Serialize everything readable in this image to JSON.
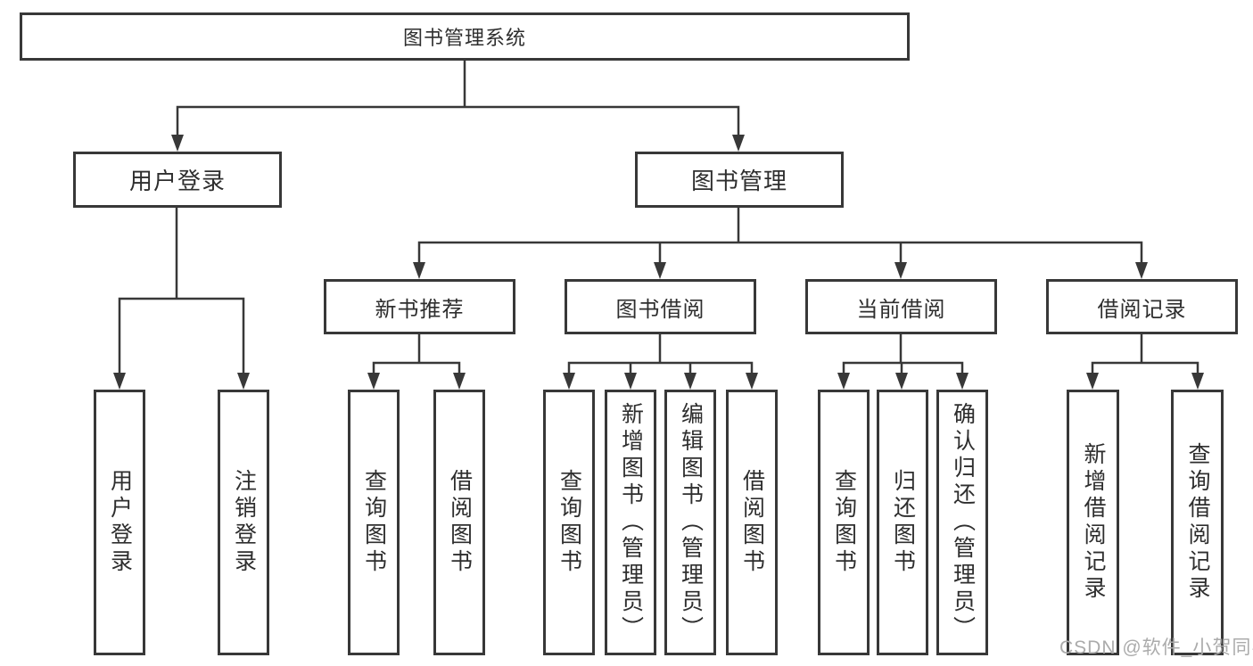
{
  "root": {
    "label": "图书管理系统"
  },
  "level2": [
    {
      "label": "用户登录"
    },
    {
      "label": "图书管理"
    }
  ],
  "level3": [
    {
      "label": "新书推荐"
    },
    {
      "label": "图书借阅"
    },
    {
      "label": "当前借阅"
    },
    {
      "label": "借阅记录"
    }
  ],
  "leaves": [
    {
      "label": "用户登录"
    },
    {
      "label": "注销登录"
    },
    {
      "label": "查询图书"
    },
    {
      "label": "借阅图书"
    },
    {
      "label": "查询图书"
    },
    {
      "label": "新增图书（管理员）"
    },
    {
      "label": "编辑图书（管理员）"
    },
    {
      "label": "借阅图书"
    },
    {
      "label": "查询图书"
    },
    {
      "label": "归还图书"
    },
    {
      "label": "确认归还（管理员）"
    },
    {
      "label": "新增借阅记录"
    },
    {
      "label": "查询借阅记录"
    }
  ],
  "watermark": {
    "label": "CSDN @软件_小贺同学"
  },
  "colors": {
    "line": "#383838",
    "text": "#2e2e2e",
    "watermark": "#ababab",
    "background": "#ffffff"
  }
}
